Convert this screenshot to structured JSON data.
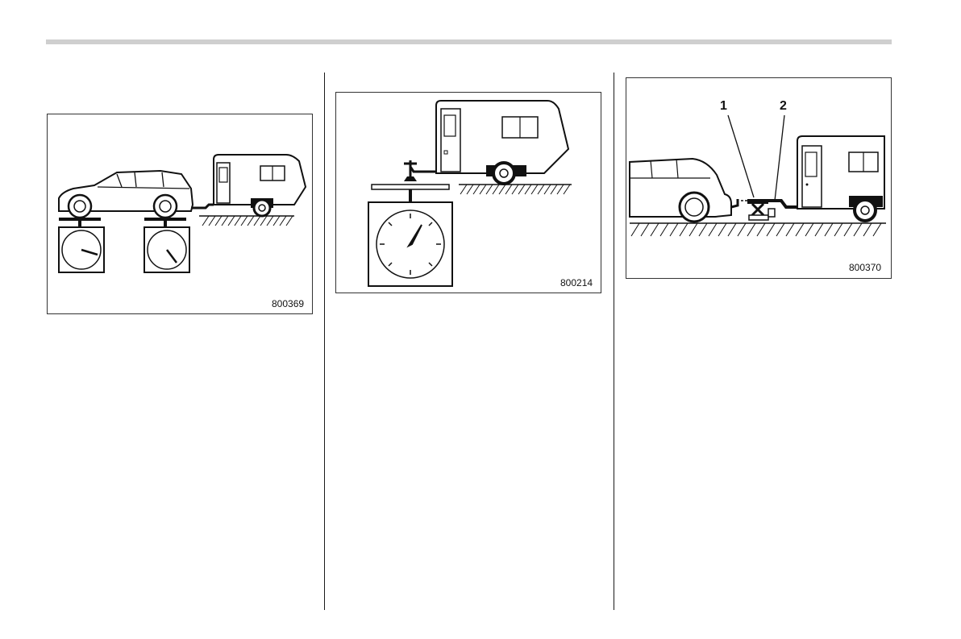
{
  "figures": [
    {
      "id": "fig-1",
      "code": "800369"
    },
    {
      "id": "fig-2",
      "code": "800214"
    },
    {
      "id": "fig-3",
      "code": "800370",
      "callouts": [
        "1",
        "2"
      ]
    }
  ]
}
